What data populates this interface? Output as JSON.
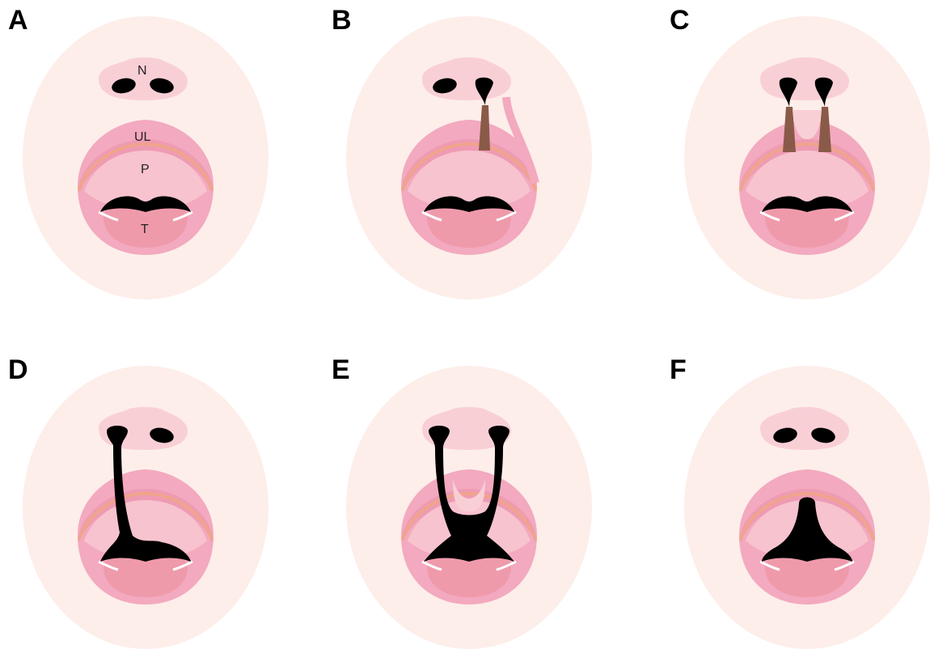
{
  "panels": [
    {
      "letter": "A",
      "variant": "normal",
      "annotations": {
        "nose": "N",
        "upper_lip": "UL",
        "palate": "P",
        "tongue": "T"
      }
    },
    {
      "letter": "B",
      "variant": "unilateral-incomplete-lip"
    },
    {
      "letter": "C",
      "variant": "bilateral-incomplete-lip"
    },
    {
      "letter": "D",
      "variant": "unilateral-complete-lip-palate"
    },
    {
      "letter": "E",
      "variant": "bilateral-complete-lip-palate"
    },
    {
      "letter": "F",
      "variant": "isolated-palate"
    }
  ],
  "colors": {
    "face": "#fdeeea",
    "nose": "#f9cfd6",
    "lip": "#f3a9bf",
    "lip_outline": "#e98fa9",
    "palate": "#f7c3ce",
    "ridge": "#f0a48c",
    "tongue": "#ef9aab",
    "cleft": "#000000",
    "tissue": "#8a5a48"
  }
}
